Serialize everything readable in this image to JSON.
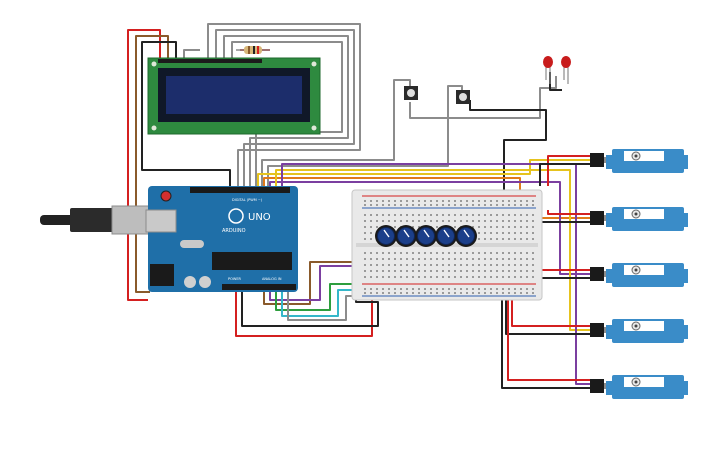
{
  "arduino": {
    "brand": "ARDUINO",
    "model": "UNO",
    "digital_header": "DIGITAL (PWM ~)",
    "power_header": "POWER",
    "analog_header": "ANALOG IN"
  },
  "components": {
    "lcd": "16x2 LCD",
    "breadboard": "breadboard",
    "potentiometers": 5,
    "servos": 5,
    "pushbuttons": 2,
    "leds": 2,
    "resistor": 1
  },
  "colors": {
    "arduino_board": "#1f6fa8",
    "lcd_pcb": "#2e8a3f",
    "lcd_screen": "#1c2d6b",
    "servo_body": "#3a8cc8",
    "pot_knob": "#1b3f8a",
    "led": "#c81c1c",
    "wire_red": "#d42020",
    "wire_black": "#222222",
    "wire_brown": "#8a5a2b",
    "wire_yellow": "#e6c31e",
    "wire_orange": "#e07a1a",
    "wire_green": "#2e9e3e",
    "wire_purple": "#7b3fa0",
    "wire_grey": "#8c8c8c",
    "wire_cyan": "#35b7c9"
  }
}
